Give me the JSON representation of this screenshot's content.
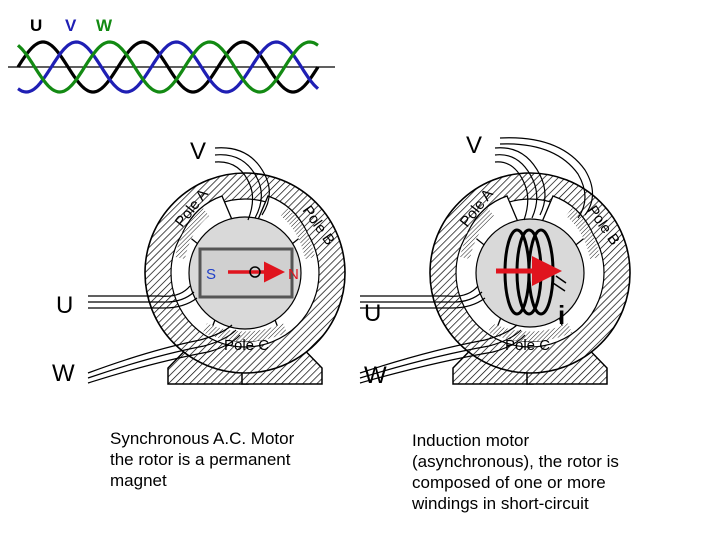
{
  "waveform": {
    "labels": [
      {
        "text": "U",
        "color": "#000000"
      },
      {
        "text": "V",
        "color": "#1f1fb4"
      },
      {
        "text": "W",
        "color": "#138a13"
      }
    ]
  },
  "colors": {
    "phase_u": "#000000",
    "phase_v": "#1f1fb4",
    "phase_w": "#138a13",
    "rotor_arrow": "#e0141e",
    "magnet_s": "#1f3fc8",
    "magnet_n": "#e0141e",
    "stator_fill": "#d9d9d9"
  },
  "left_motor": {
    "terminal_v": "V",
    "terminal_u": "U",
    "terminal_w": "W",
    "pole_a": "Pole A",
    "pole_b": "Pole B",
    "pole_c": "Pole C",
    "magnet_south": "S",
    "magnet_north": "N",
    "caption": [
      "Synchronous A.C. Motor",
      "the rotor is a permanent",
      "magnet"
    ]
  },
  "right_motor": {
    "terminal_v": "V",
    "terminal_u": "U",
    "terminal_w": "W",
    "pole_a": "Pole A",
    "pole_b": "Pole B",
    "pole_c": "Pole C",
    "current_label": "i",
    "caption": [
      "Induction motor",
      "(asynchronous), the rotor is",
      "composed of one or more",
      "windings in short-circuit"
    ]
  }
}
